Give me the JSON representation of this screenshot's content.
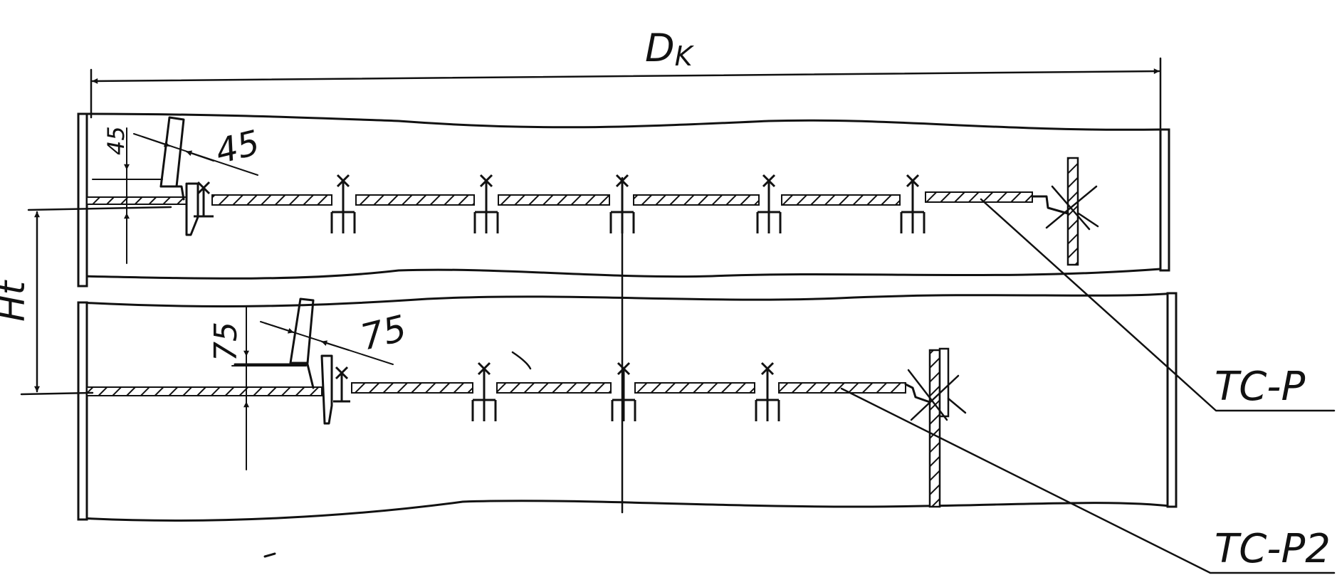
{
  "drawing": {
    "labels": {
      "diameter": "D",
      "diameter_sub": "K",
      "spacing": "Ht",
      "dim_upper_vertical": "45",
      "dim_upper_angle": "45",
      "dim_lower_vertical": "75",
      "dim_lower_angle": "75",
      "tray_upper": "TC-P",
      "tray_lower": "TC-P2"
    },
    "colors": {
      "ink": "#111111",
      "paper": "#ffffff"
    }
  }
}
